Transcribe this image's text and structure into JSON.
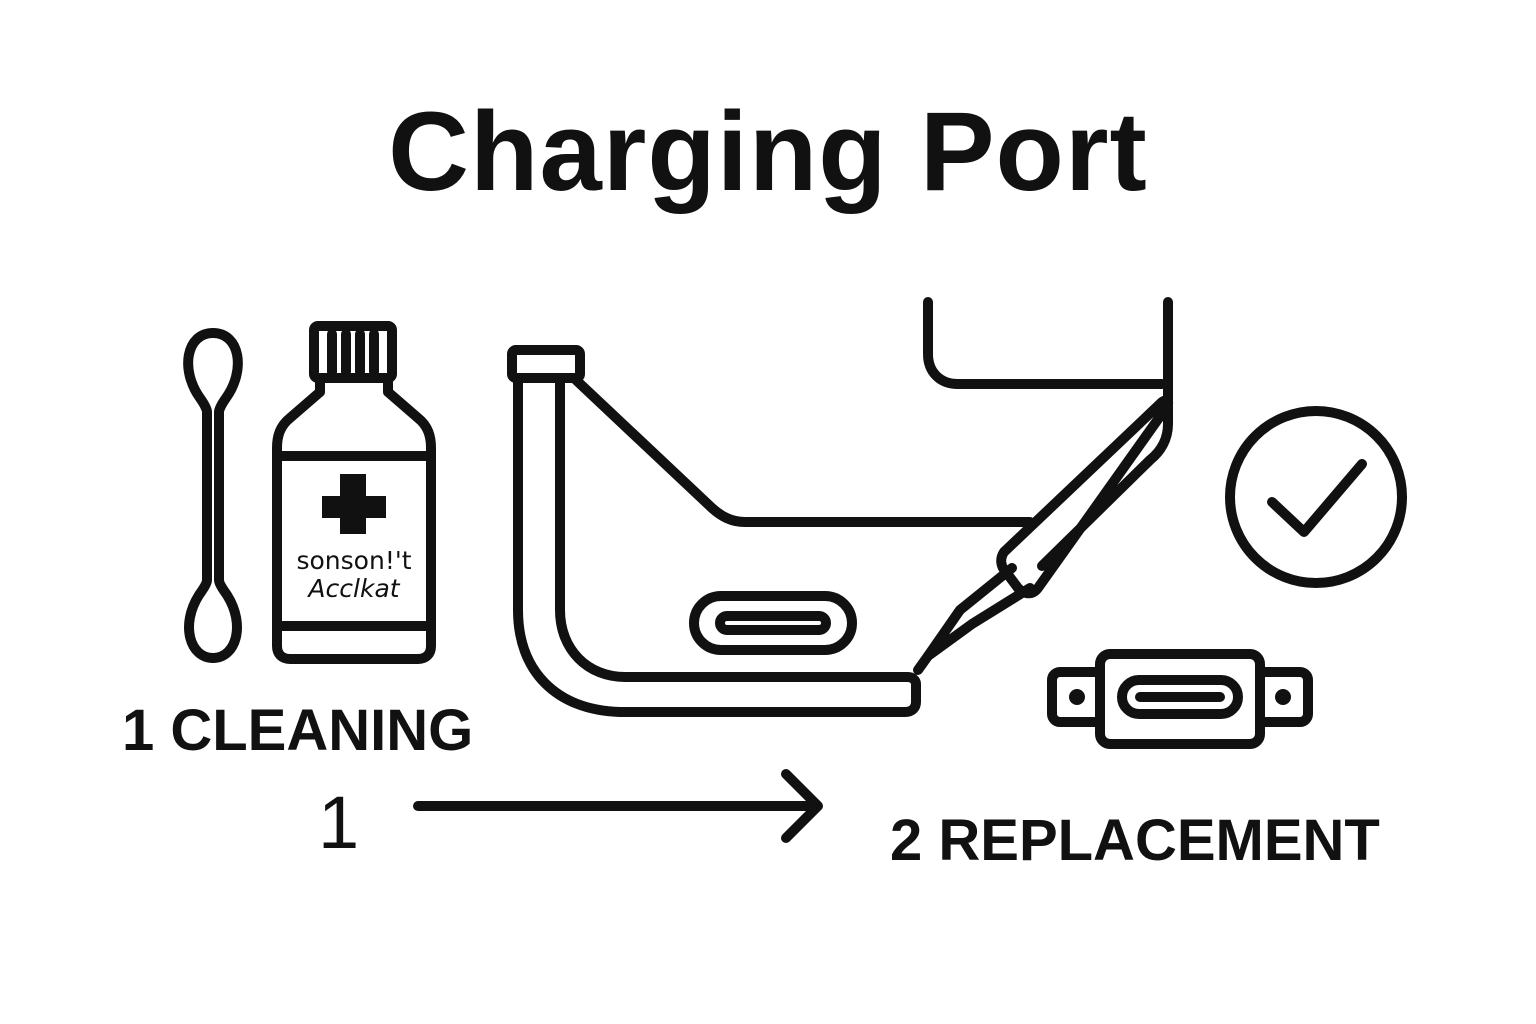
{
  "diagram": {
    "title": "Charging Port",
    "steps": [
      {
        "label": "1 CLEANING"
      },
      {
        "label": "2 REPLACEMENT"
      }
    ],
    "arrow_number": "1",
    "bottle_label": {
      "line1": "sonson!'t",
      "line2": "Acclkat"
    },
    "colors": {
      "stroke": "#111111",
      "background": "#ffffff"
    },
    "icons": [
      "cotton-swab-icon",
      "alcohol-bottle-icon",
      "phone-port-icon",
      "probe-tool-icon",
      "check-circle-icon",
      "port-module-icon",
      "arrow-right-icon"
    ]
  }
}
